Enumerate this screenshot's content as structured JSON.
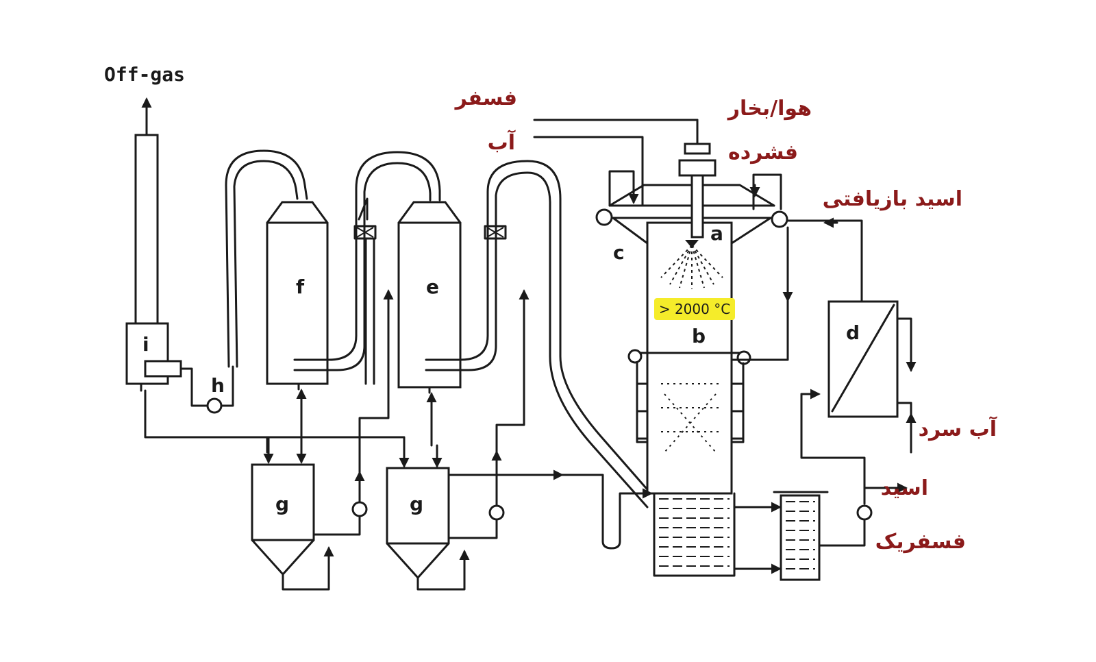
{
  "labels": {
    "off_gas": "Off-gas",
    "phosphorus": "فسفر",
    "water": "آب",
    "air_steam": "هوا/بخار",
    "compressed": "فشرده",
    "recycled_acid": "اسید بازیافتی",
    "cold_water": "آب سرد",
    "acid": "اسید",
    "phosphoric": "فسفریک",
    "temperature": "> 2000 °C"
  },
  "units": {
    "a": "a",
    "b": "b",
    "c": "c",
    "d": "d",
    "e": "e",
    "f": "f",
    "g1": "g",
    "g2": "g",
    "h": "h",
    "i": "i"
  },
  "colors": {
    "line": "#1a1a1a",
    "persian_text": "#8b1a1a",
    "highlight": "#f5ec2a"
  }
}
